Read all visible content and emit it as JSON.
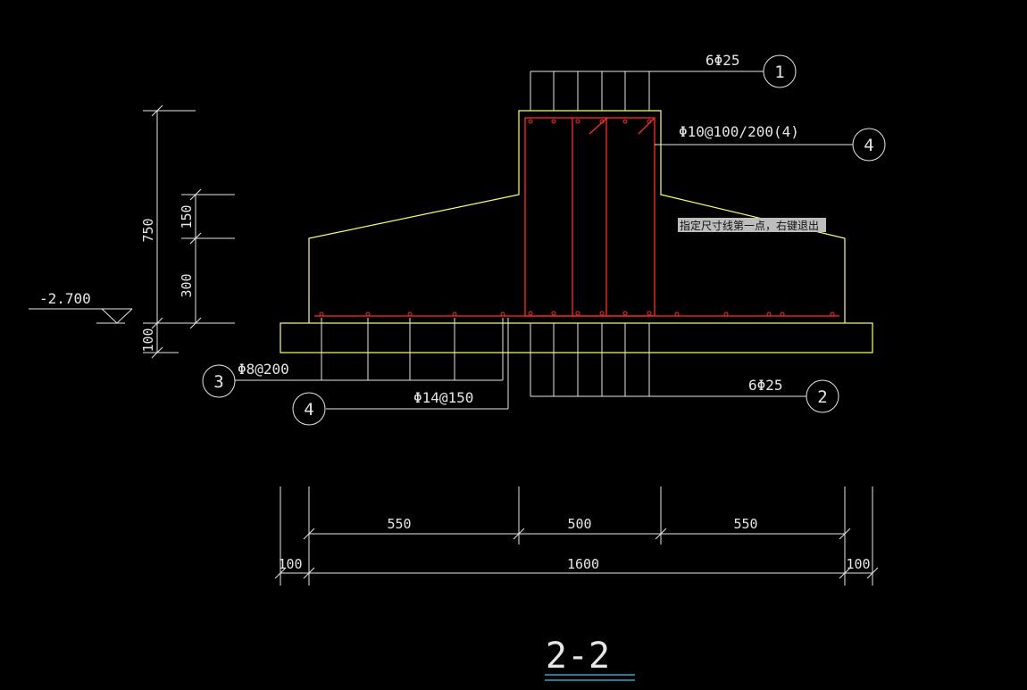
{
  "labels": {
    "top_bars": "6Φ25",
    "stirrups": "Φ10@100/200(4)",
    "bottom_bars": "6Φ25",
    "mesh_x": "Φ8@200",
    "mesh_y": "Φ14@150",
    "elevation": "-2.700"
  },
  "bubbles": {
    "b1": "1",
    "b2": "2",
    "b3": "3",
    "b4a": "4",
    "b4b": "4"
  },
  "vertical_dims": {
    "total": "750",
    "upper": "150",
    "lower": "300",
    "pad": "100"
  },
  "horizontal_dims": {
    "left": "550",
    "middle": "500",
    "right": "550",
    "edge_left": "100",
    "overall": "1600",
    "edge_right": "100"
  },
  "tooltip": {
    "text": "指定尺寸线第一点，右键退出"
  },
  "section_title": "2-2"
}
